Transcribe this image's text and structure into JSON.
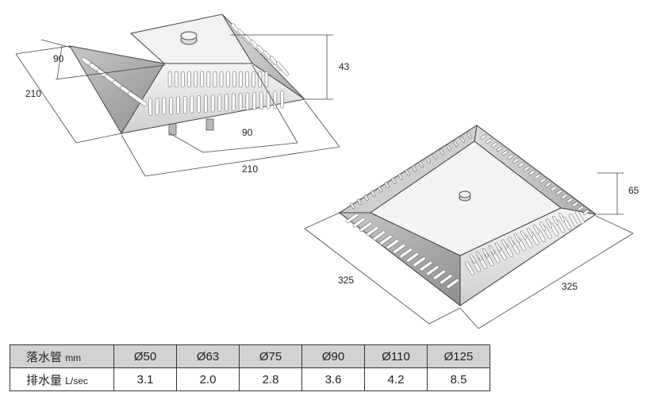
{
  "drawing_a": {
    "dim_top_width": "90",
    "dim_top_depth": "90",
    "dim_base_width": "210",
    "dim_base_depth": "210",
    "dim_height": "43"
  },
  "drawing_b": {
    "dim_height": "65",
    "dim_side_left": "325",
    "dim_side_right": "325"
  },
  "table": {
    "header_label": "落水管",
    "header_unit": "mm",
    "sizes": [
      "Ø50",
      "Ø63",
      "Ø75",
      "Ø90",
      "Ø110",
      "Ø125"
    ],
    "row_label": "排水量",
    "row_unit": "L/sec",
    "flows": [
      "3.1",
      "2.0",
      "2.8",
      "3.6",
      "4.2",
      "8.5"
    ]
  }
}
